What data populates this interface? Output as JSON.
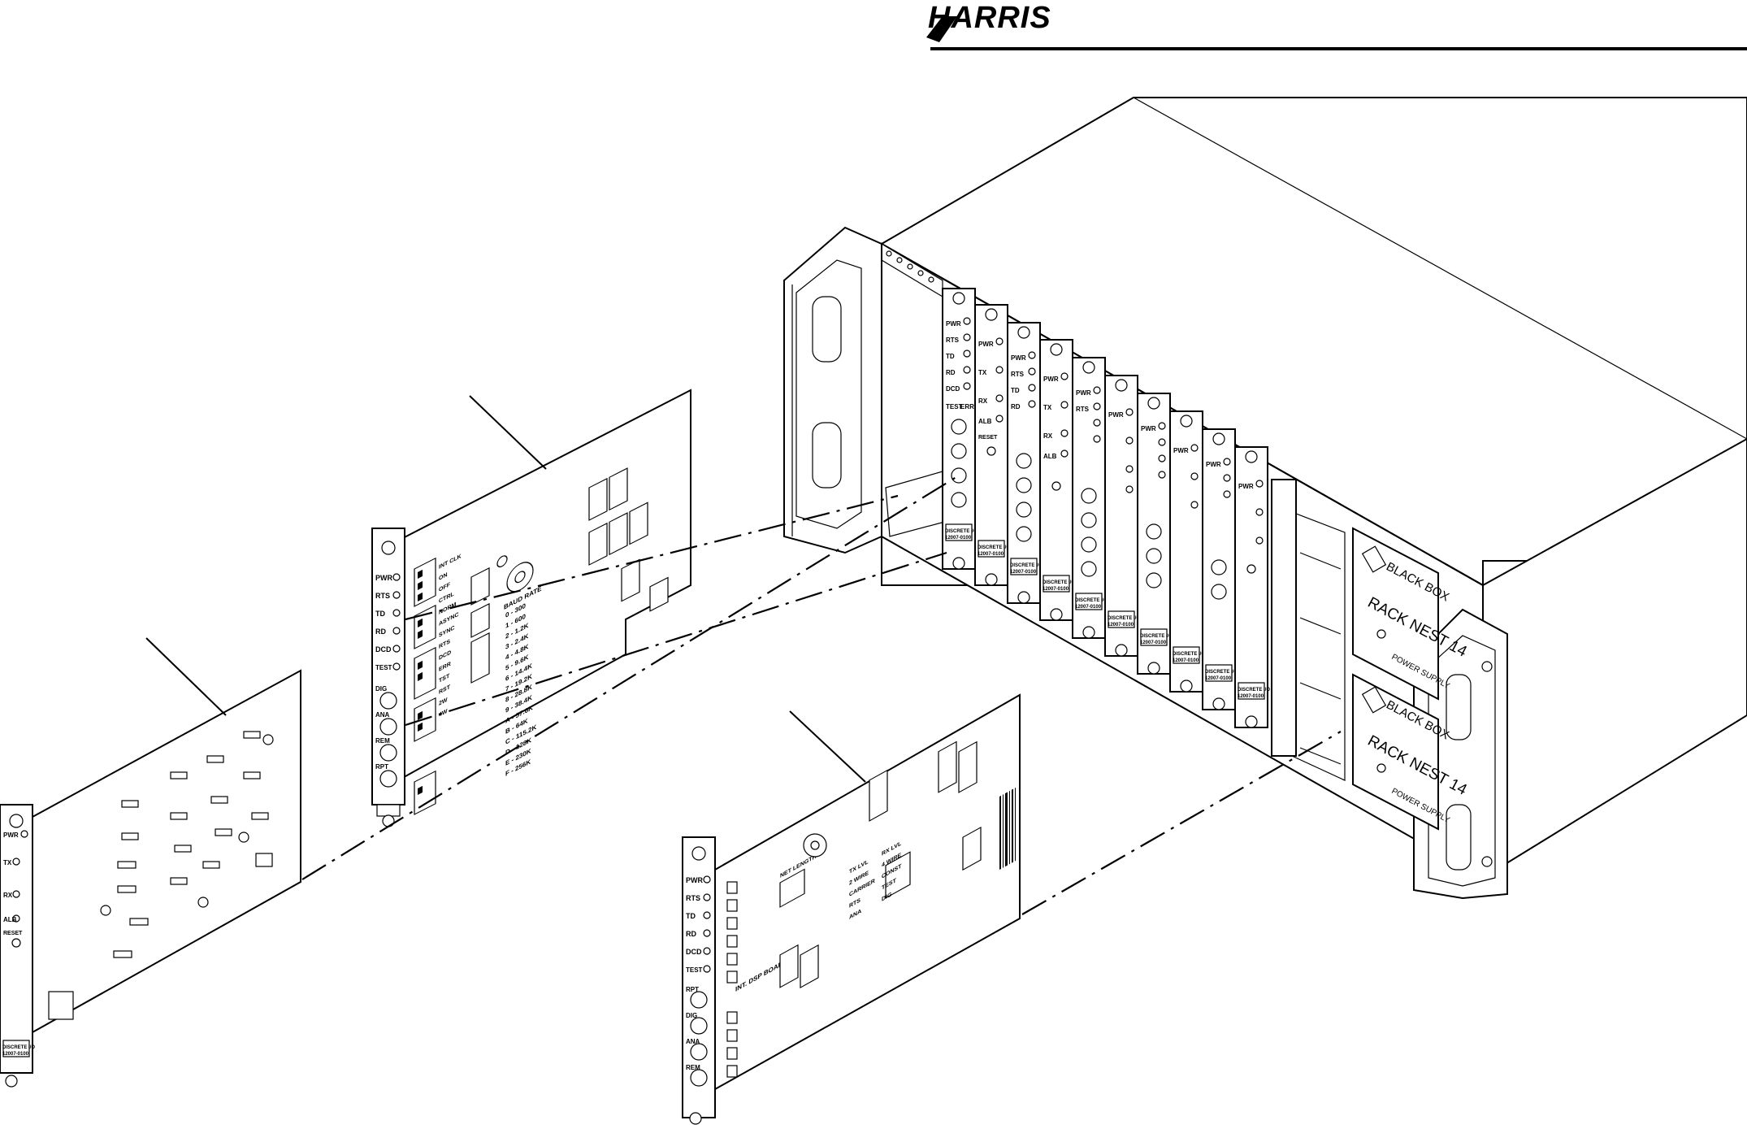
{
  "header": {
    "brand_logo": "HARRIS",
    "rule_color": "#000000"
  },
  "rack": {
    "nameplate_1": {
      "brand": "BLACK BOX",
      "model": "RACK NEST 14",
      "power": "POWER SUPPLY"
    },
    "nameplate_2": {
      "brand": "BLACK BOX",
      "model": "RACK NEST 14",
      "power": "POWER SUPPLY"
    }
  },
  "front_panel_labels": {
    "pwr": "PWR",
    "rts": "RTS",
    "td": "TD",
    "rd": "RD",
    "dcd": "DCD",
    "test": "TEST",
    "err": "ERR",
    "dig": "DIG",
    "ana": "ANA",
    "rem": "REM",
    "rpt": "RPT",
    "tx": "TX",
    "rx": "RX",
    "alb": "ALB",
    "reset": "RESET"
  },
  "card_tags": {
    "type": "DISCRETE I/O",
    "part_number": "12007-0100"
  },
  "mid_card": {
    "baud_rate_title": "BAUD RATE",
    "baud_rates": [
      "0 - 300",
      "1 - 600",
      "2 - 1.2K",
      "3 - 2.4K",
      "4 - 4.8K",
      "5 - 9.6K",
      "6 - 14.4K",
      "7 - 19.2K",
      "8 - 28.8K",
      "9 - 38.4K",
      "A - 57.6K",
      "B - 64K",
      "C - 115.2K",
      "D - 128K",
      "E - 230K",
      "F - 256K"
    ],
    "switch_labels": [
      "INT CLK",
      "ON",
      "OFF",
      "CTRL",
      "NORM",
      "ASYNC",
      "SYNC",
      "RTS",
      "DCD",
      "ERR",
      "TST",
      "RST",
      "2W",
      "4W"
    ]
  },
  "right_card": {
    "board_title": "INT. DSP BOARD",
    "net_length": "NET LENGTH",
    "switch_labels": [
      "TX LVL",
      "RX LVL",
      "2 WIRE",
      "4 WIRE",
      "CARRIER",
      "CONST",
      "RTS",
      "TEST",
      "ANA",
      "DIG"
    ]
  }
}
